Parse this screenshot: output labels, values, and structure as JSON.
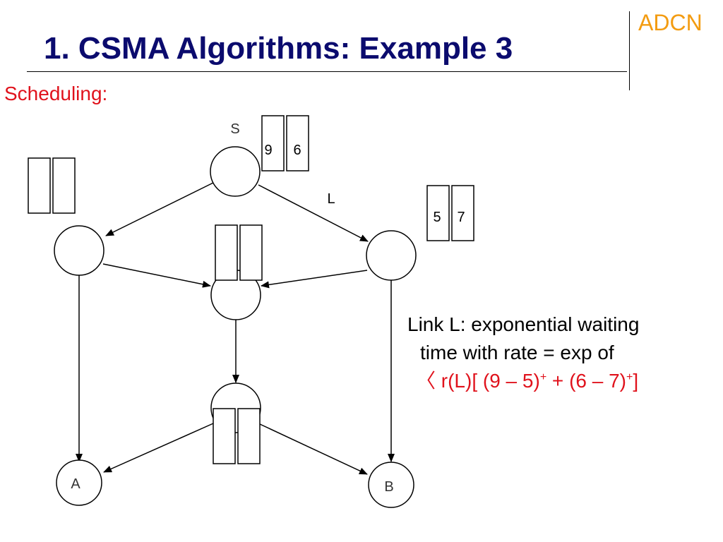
{
  "header": {
    "brand": "ADCN",
    "title": "1. CSMA Algorithms: Example 3",
    "subtitle": "Scheduling:"
  },
  "diagram": {
    "nodes": {
      "source": "S",
      "sink_a": "A",
      "sink_b": "B"
    },
    "link_label": "L",
    "queues": {
      "source": [
        "9",
        "6"
      ],
      "right_node": [
        "5",
        "7"
      ]
    }
  },
  "note": {
    "line1": "Link L:  exponential waiting",
    "line2": "time with rate = exp of",
    "line3_prefix": "〈 r(L)[ (9 – 5)",
    "plus1": "+",
    "line3_mid": " + (6 – 7)",
    "plus2": "+",
    "line3_suffix": "]"
  },
  "colors": {
    "title": "#0b0b6e",
    "subtitle": "#e0121c",
    "brand": "#f39c12",
    "formula": "#e0121c"
  }
}
